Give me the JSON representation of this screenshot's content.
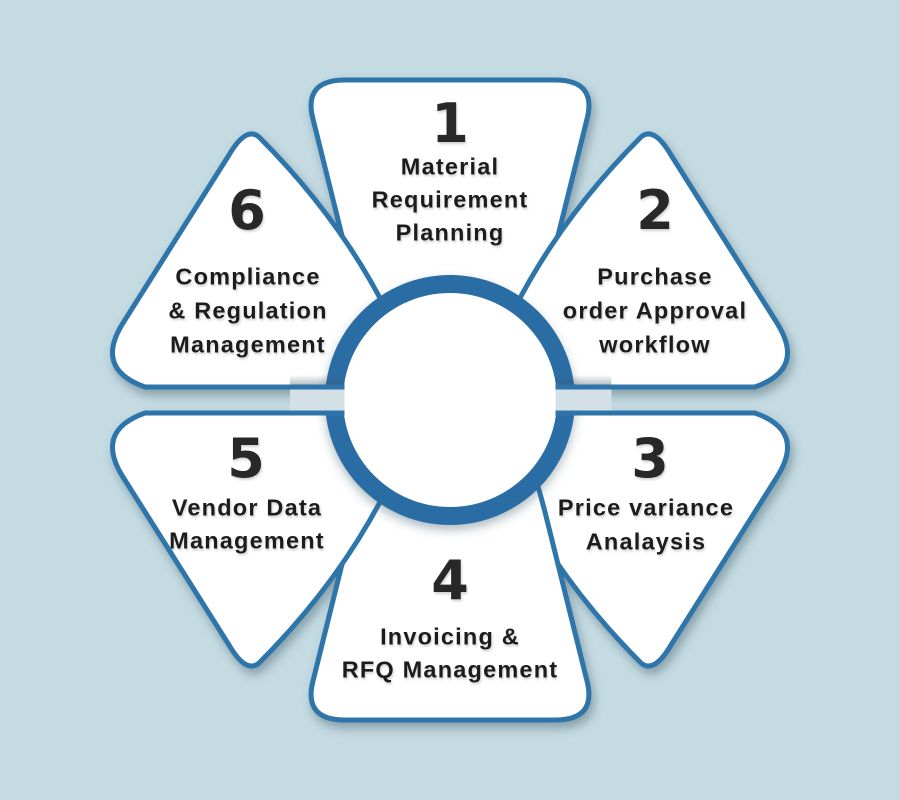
{
  "colors": {
    "background": "#c5dbe2",
    "petal_fill": "#ffffff",
    "border_blue": "#2e74aa",
    "ring_blue": "#2a6da4",
    "band_fill": "#d3e1e7",
    "text": "#1c1c1c"
  },
  "petals": [
    {
      "number": "1",
      "lines": [
        "Material",
        "Requirement",
        "Planning"
      ]
    },
    {
      "number": "2",
      "lines": [
        "Purchase",
        "order Approval",
        "workflow"
      ]
    },
    {
      "number": "3",
      "lines": [
        "Price variance",
        "Analaysis"
      ]
    },
    {
      "number": "4",
      "lines": [
        "Invoicing &",
        "RFQ Management"
      ]
    },
    {
      "number": "5",
      "lines": [
        "Vendor Data",
        "Management"
      ]
    },
    {
      "number": "6",
      "lines": [
        "Compliance",
        "& Regulation",
        "Management"
      ]
    }
  ]
}
